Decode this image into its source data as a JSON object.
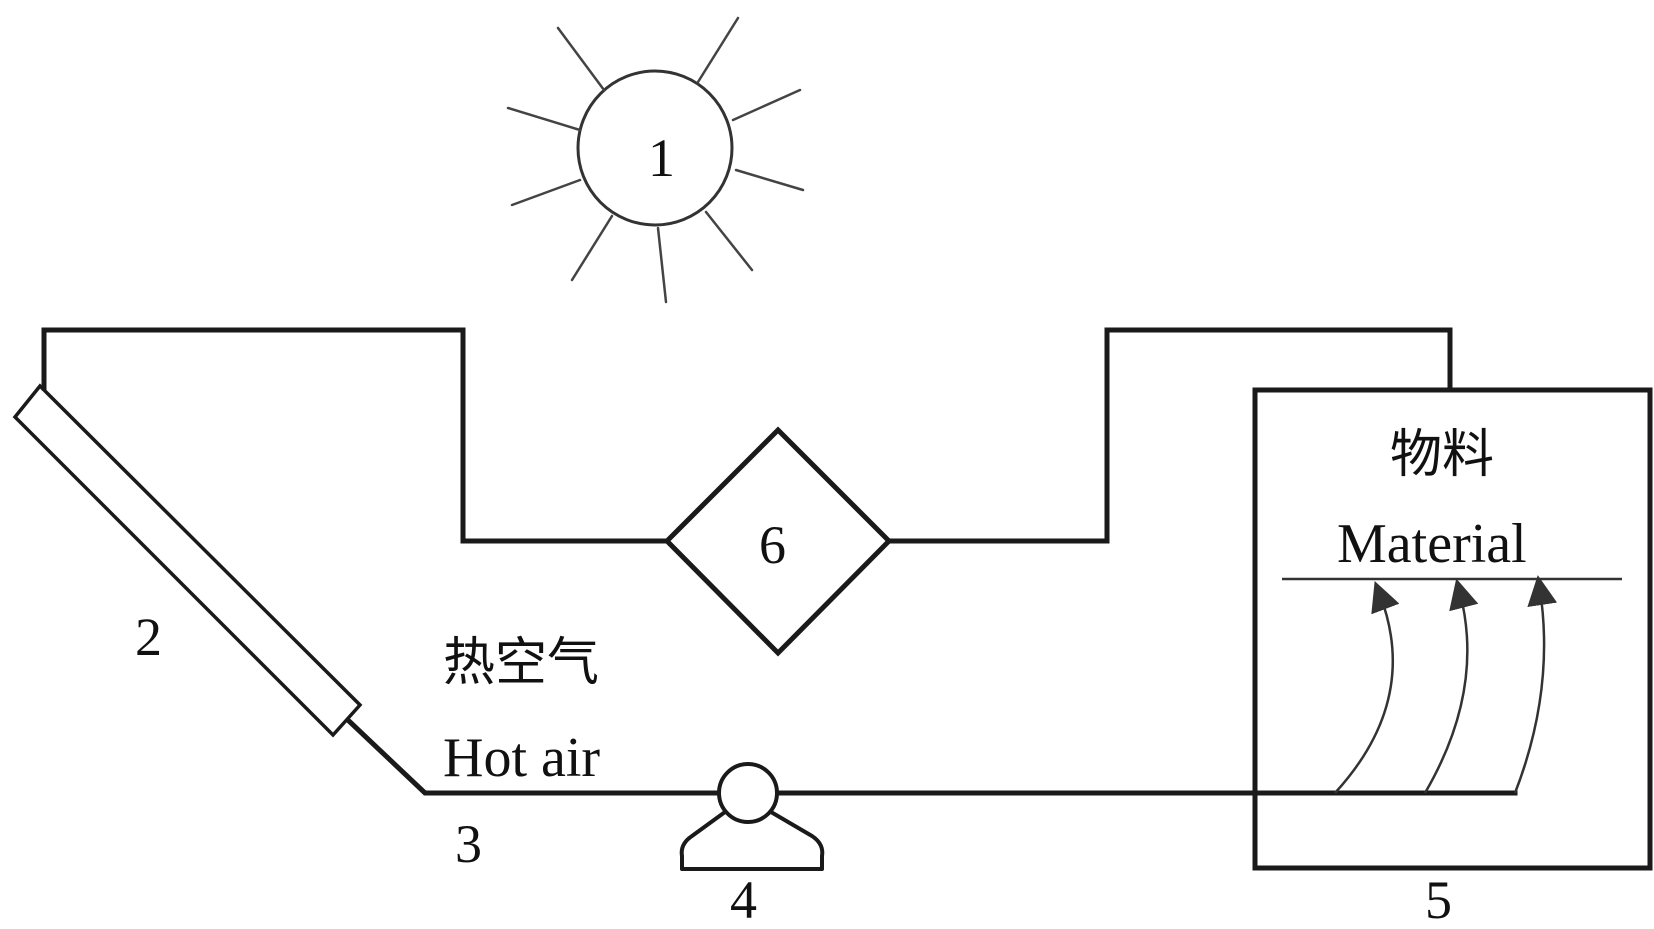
{
  "diagram": {
    "title": "Solar hot-air drying system",
    "components": {
      "sun": {
        "number": "1"
      },
      "collector": {
        "number": "2"
      },
      "duct": {
        "number": "3"
      },
      "fan": {
        "number": "4"
      },
      "drying_chamber": {
        "number": "5"
      },
      "heater": {
        "number": "6"
      }
    },
    "labels": {
      "hot_air_cn": "热空气",
      "hot_air_en": "Hot air",
      "material_cn": "物料",
      "material_en": "Material"
    },
    "colors": {
      "line": "#1a1a1a",
      "background": "#ffffff"
    }
  }
}
